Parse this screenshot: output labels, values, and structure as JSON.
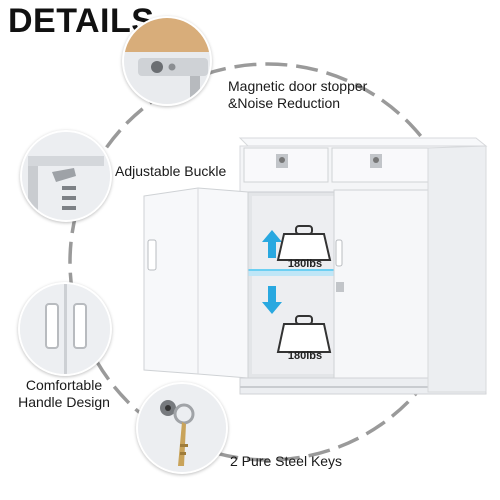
{
  "title": "DETAILS",
  "features": [
    {
      "label_line1": "Magnetic door stopper",
      "label_line2": "&Noise Reduction"
    },
    {
      "label_line1": "Adjustable Buckle",
      "label_line2": ""
    },
    {
      "label_line1": "Comfortable",
      "label_line2": "Handle Design"
    },
    {
      "label_line1": "2 Pure Steel Keys",
      "label_line2": ""
    }
  ],
  "capacity": {
    "upper": "180lbs",
    "lower": "180lbs"
  },
  "colors": {
    "accent_arrow": "#29a8e0",
    "circle_dash": "#9a9a9a",
    "cabinet": "#f4f5f7"
  }
}
